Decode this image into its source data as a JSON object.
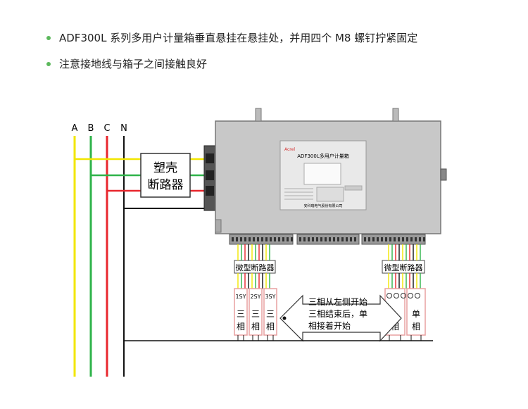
{
  "bullets": [
    "ADF300L 系列多用户计量箱垂直悬挂在悬挂处，并用四个 M8 螺钉拧紧固定",
    "注意接地线与箱子之间接触良好"
  ],
  "phases": [
    "A",
    "B",
    "C",
    "N"
  ],
  "breaker": {
    "line1": "塑壳",
    "line2": "断路器"
  },
  "meter": {
    "brand": "Acrel",
    "title": "ADF300L多用户计量箱",
    "company": "安科瑞电气股份有限公司"
  },
  "micro_breaker_label": "微型断路器",
  "three_phase": {
    "labels": [
      "1SY",
      "2SY",
      "3SY"
    ],
    "char1": "三",
    "char2": "相"
  },
  "note": {
    "line1": "三相从左侧开始",
    "line2": "三相结束后，单",
    "line3": "相接着开始"
  },
  "single_phase": {
    "char1": "单",
    "char2": "相",
    "left_char": "相"
  },
  "colors": {
    "phase_a": "#f2e600",
    "phase_b": "#2fb34a",
    "phase_c": "#e8262d",
    "neutral": "#111111",
    "bullet": "#5cb85c"
  }
}
